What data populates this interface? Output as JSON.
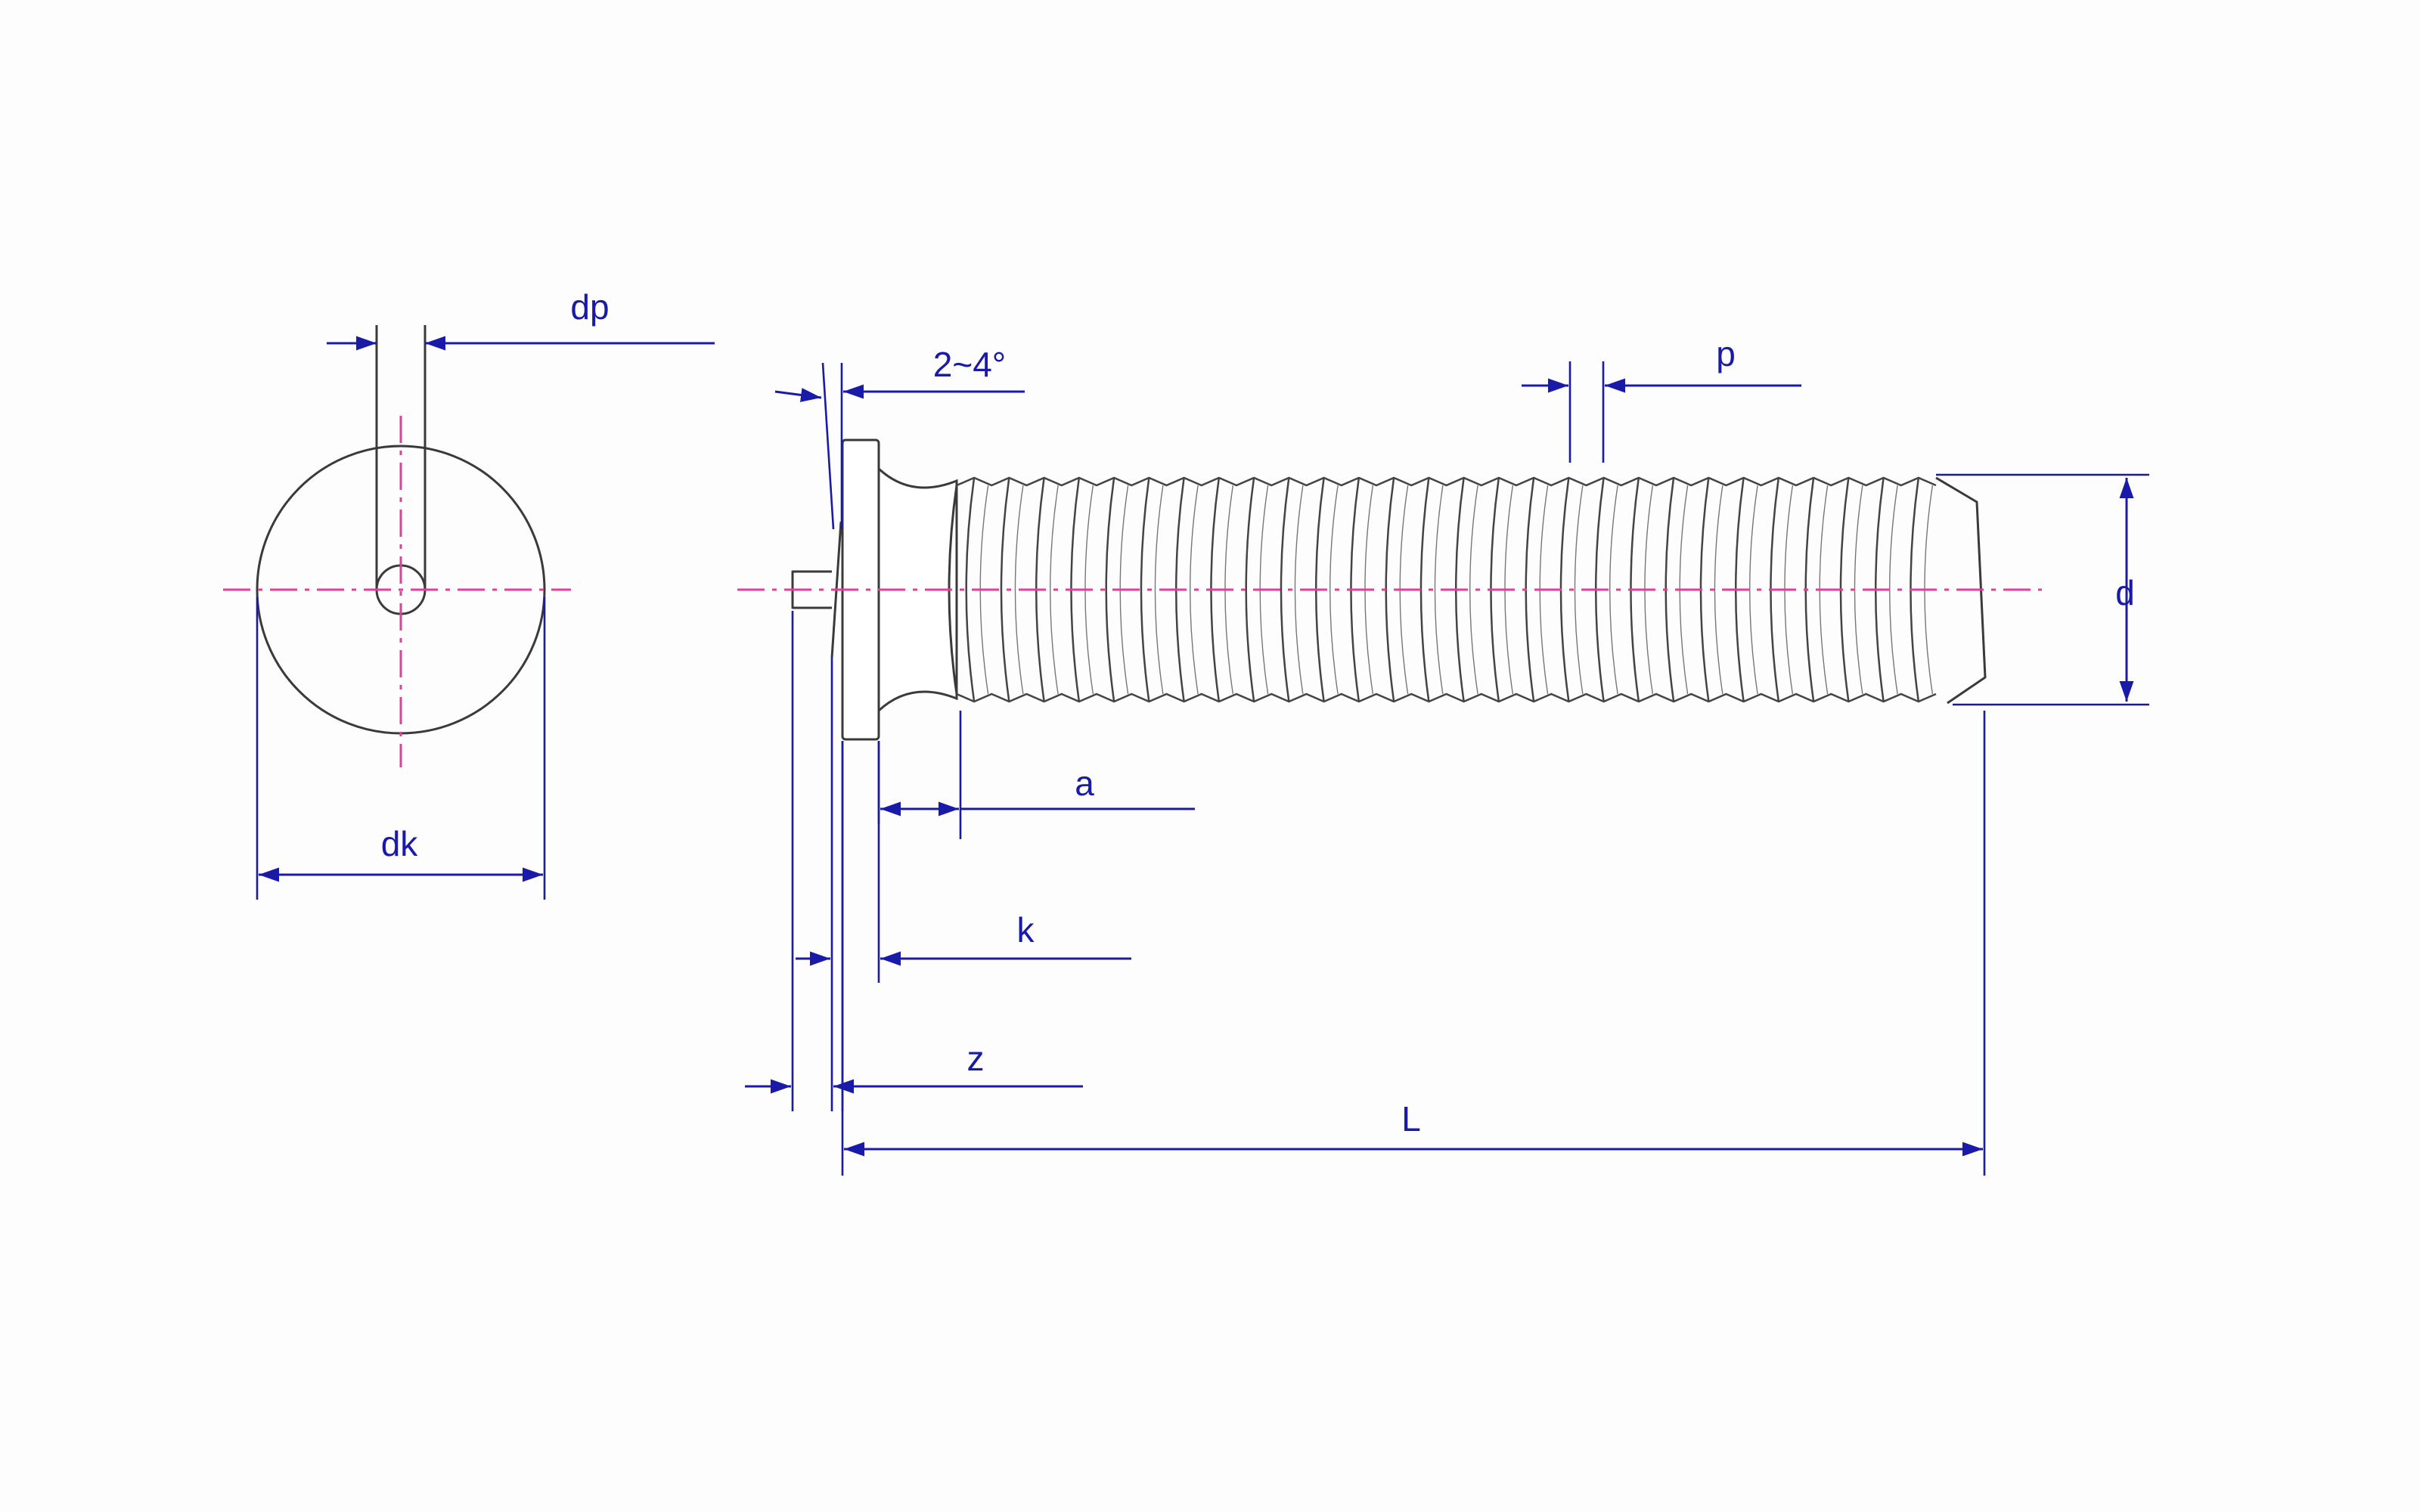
{
  "labels": {
    "dp": "dp",
    "dk": "dk",
    "angle": "2~4°",
    "p": "p",
    "d": "d",
    "a": "a",
    "k": "k",
    "z": "z",
    "L": "L"
  },
  "colors": {
    "dimension": "#1a1aa8",
    "centerline": "#e0409a",
    "outline": "#3a3a3a",
    "background": "#fdfdfd"
  },
  "thread": {
    "pitch_count": 28
  }
}
